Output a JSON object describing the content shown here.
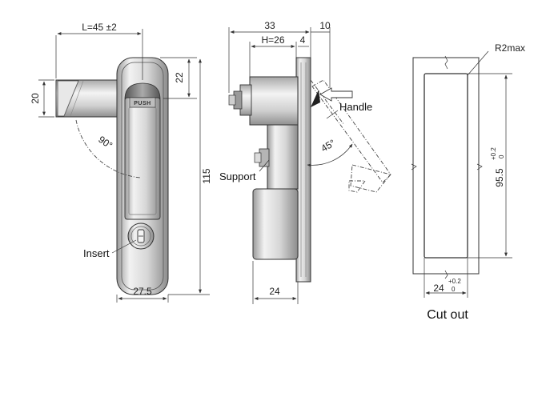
{
  "front_view": {
    "dim_length": "L=45 ±2",
    "dim_handle_thickness": "20",
    "dim_top_offset": "22",
    "dim_total_height": "115",
    "dim_width": "27.5",
    "angle_label": "90°",
    "push_text": "PUSH",
    "insert_label": "Insert"
  },
  "side_view": {
    "dim_depth": "33",
    "dim_h": "H=26",
    "dim_panel": "4",
    "dim_handle_extension": "10",
    "dim_bottom": "24",
    "angle_label": "45°",
    "handle_label": "Handle",
    "support_label": "Support"
  },
  "cutout": {
    "corner_label": "R2max",
    "height_value": "95.5",
    "height_tol_upper": "+0.2",
    "height_tol_lower": "0",
    "width_value": "24",
    "width_tol_upper": "+0.2",
    "width_tol_lower": "0",
    "caption": "Cut out"
  }
}
